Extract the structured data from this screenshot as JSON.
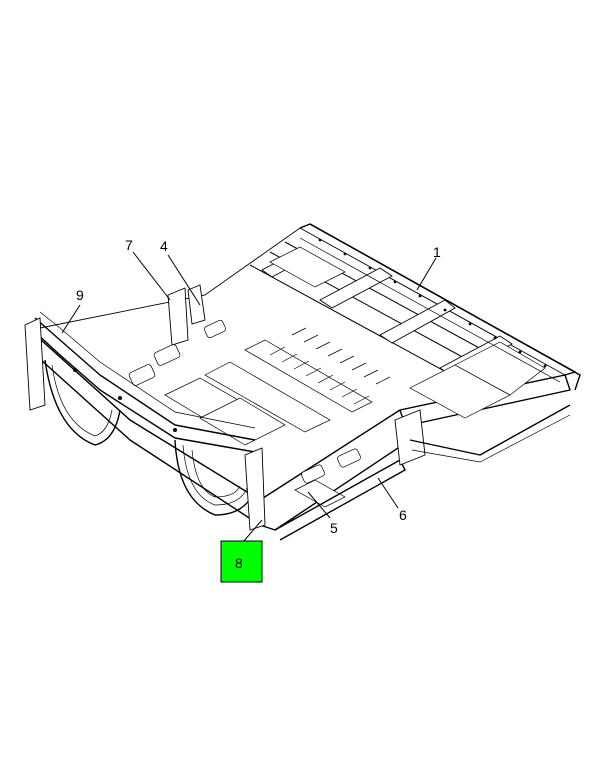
{
  "callouts": [
    {
      "id": "1",
      "label": "1"
    },
    {
      "id": "4",
      "label": "4"
    },
    {
      "id": "5",
      "label": "5"
    },
    {
      "id": "6",
      "label": "6"
    },
    {
      "id": "7",
      "label": "7"
    },
    {
      "id": "8",
      "label": "8",
      "highlighted": true
    },
    {
      "id": "9",
      "label": "9"
    }
  ],
  "colors": {
    "highlight_fill": "#00ff00",
    "line": "#000000",
    "background": "#ffffff"
  }
}
